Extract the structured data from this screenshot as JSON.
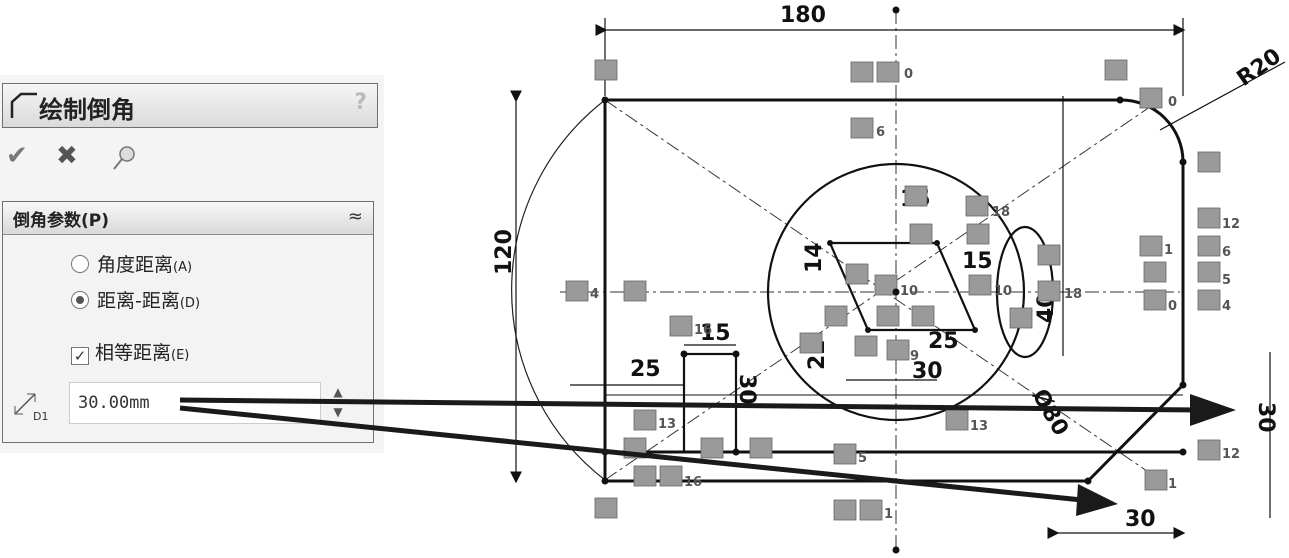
{
  "panel": {
    "title": "绘制倒角",
    "help_label": "?",
    "ok_icon": "check-icon",
    "cancel_icon": "x-icon",
    "pin_icon": "pushpin-icon",
    "group_title": "倒角参数(P)",
    "options": [
      {
        "main": "角度距离",
        "suffix": "(A)",
        "selected": false
      },
      {
        "main": "距离-距离",
        "suffix": "(D)",
        "selected": true
      }
    ],
    "equal": {
      "main": "相等距离",
      "suffix": "(E)",
      "checked": true
    },
    "distance_icon_label": "D1",
    "distance_value": "30.00mm"
  },
  "sketch": {
    "dims": {
      "top": "180",
      "radius": "R20",
      "left": "120",
      "d15_top": "15",
      "d14": "14",
      "d40": "40",
      "d25_mid": "25",
      "d30_mid": "30",
      "d80": "Ø80",
      "d22": "22",
      "d15_left": "15",
      "d25_left": "25",
      "d30_left": "30",
      "right30": "30",
      "bottom30": "30"
    },
    "constraint_labels": {
      "c0a": "0",
      "c6a": "6",
      "c0b": "0",
      "c18a": "18",
      "c12a": "12",
      "c1a": "1",
      "c6b": "6",
      "c5a": "5",
      "c4a": "4",
      "c10a": "10",
      "c10b": "10",
      "c18b": "18",
      "c0c": "0",
      "c4b": "4",
      "c16a": "16",
      "c9": "9",
      "c13a": "13",
      "c13b": "13",
      "c5b": "5",
      "c12b": "12",
      "c16b": "16",
      "c1b": "1",
      "c1c": "1"
    },
    "colors": {
      "line": "#111111",
      "badge": "#9a9a9a",
      "arrow": "#1a1a1a"
    }
  }
}
